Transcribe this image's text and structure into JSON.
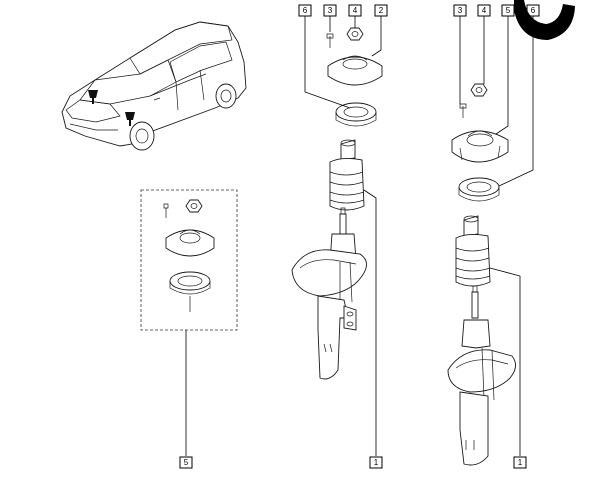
{
  "callouts": {
    "c6_mid": "6",
    "c3_mid": "3",
    "c4_mid": "4",
    "c2_mid": "2",
    "c3_right": "3",
    "c4_right": "4",
    "c5_right": "5",
    "c6_right": "6",
    "c5_left": "5",
    "c1_mid": "1",
    "c1_right": "1"
  },
  "colors": {
    "line": "#1a1a1a",
    "background": "#ffffff",
    "shade": "#e6e6e6",
    "corner_mark": "#000000"
  }
}
